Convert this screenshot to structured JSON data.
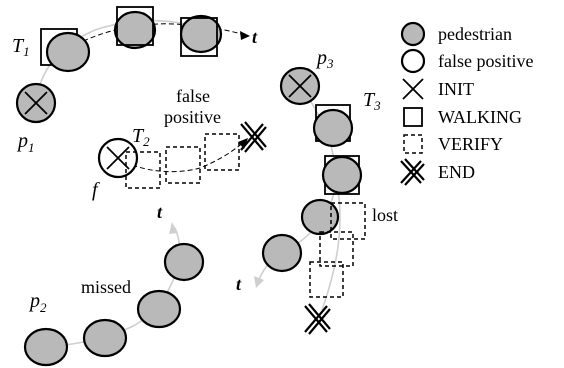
{
  "legend": {
    "pedestrian": "pedestrian",
    "false_positive": "false positive",
    "init": "INIT",
    "walking": "WALKING",
    "verify": "VERIFY",
    "end": "END"
  },
  "labels": {
    "p1": "p",
    "p1_sub": "1",
    "t1": "T",
    "t1_sub": "1",
    "t_top": "t",
    "p3": "p",
    "p3_sub": "3",
    "t3": "T",
    "t3_sub": "3",
    "false_positive_line1": "false",
    "false_positive_line2": "positive",
    "t2": "T",
    "t2_sub": "2",
    "f": "f",
    "lost": "lost",
    "t_mid": "t",
    "t_bottom": "t",
    "missed": "missed",
    "p2": "p",
    "p2_sub": "2"
  },
  "colors": {
    "pedestrian_fill": "#b9b9b9",
    "path_grey": "#cfcfcf",
    "stroke": "#000000"
  }
}
